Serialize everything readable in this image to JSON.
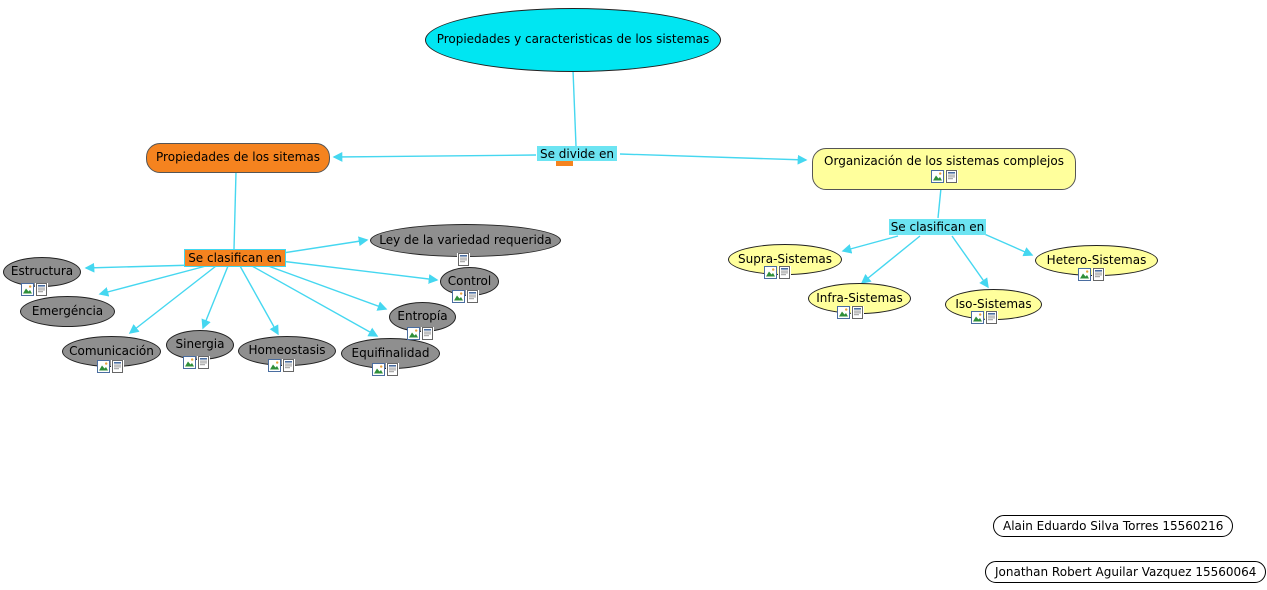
{
  "root": {
    "label": "Propiedades y caracteristicas de los sistemas"
  },
  "links": {
    "divide": "Se divide en",
    "classify_left": "Se clasifican en",
    "classify_right": "Se clasifican en"
  },
  "left_branch": {
    "label": "Propiedades de los sitemas",
    "children": [
      {
        "label": "Estructura",
        "icons": [
          "image-icon",
          "document-icon"
        ]
      },
      {
        "label": "Emergéncia",
        "icons": []
      },
      {
        "label": "Comunicación",
        "icons": [
          "image-icon",
          "document-icon"
        ]
      },
      {
        "label": "Sinergia",
        "icons": [
          "image-icon",
          "document-icon"
        ]
      },
      {
        "label": "Homeostasis",
        "icons": [
          "image-icon",
          "document-icon"
        ]
      },
      {
        "label": "Equifinalidad",
        "icons": [
          "image-icon",
          "document-icon"
        ]
      },
      {
        "label": "Entropía",
        "icons": [
          "image-icon",
          "document-icon"
        ]
      },
      {
        "label": "Control",
        "icons": [
          "image-icon",
          "document-icon"
        ]
      },
      {
        "label": "Ley de la variedad requerida",
        "icons": [
          "document-icon"
        ]
      }
    ]
  },
  "right_branch": {
    "label": "Organización de los sistemas complejos",
    "icons": [
      "image-icon",
      "document-icon"
    ],
    "children": [
      {
        "label": "Supra-Sistemas",
        "icons": [
          "image-icon",
          "document-icon"
        ]
      },
      {
        "label": "Infra-Sistemas",
        "icons": [
          "image-icon",
          "document-icon"
        ]
      },
      {
        "label": "Iso-Sistemas",
        "icons": [
          "image-icon",
          "document-icon"
        ]
      },
      {
        "label": "Hetero-Sistemas",
        "icons": [
          "image-icon",
          "document-icon"
        ]
      }
    ]
  },
  "authors": [
    {
      "label": "Alain Eduardo Silva Torres 15560216"
    },
    {
      "label": "Jonathan Robert Aguilar Vazquez 15560064"
    }
  ],
  "colors": {
    "root_fill": "#00e6f2",
    "link_highlight": "#6ce4f2",
    "orange_fill": "#f5831f",
    "yellow_fill": "#ffff9c",
    "gray_fill": "#8f8f8f",
    "connector": "#45d7f0"
  }
}
